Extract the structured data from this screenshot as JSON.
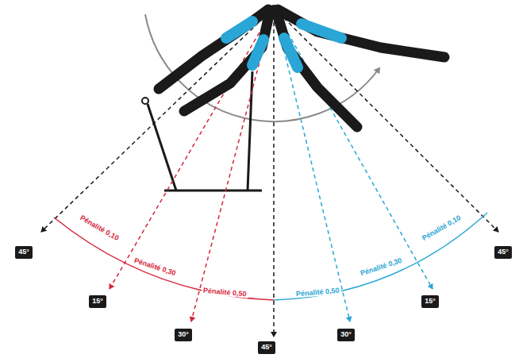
{
  "diagram": {
    "nodes": [
      {
        "text": [
          "45°"
        ]
      },
      {
        "text": [
          "15°"
        ]
      },
      {
        "text": [
          "30°"
        ]
      },
      {
        "text": [
          "45°"
        ]
      },
      {
        "text": [
          "30°"
        ]
      },
      {
        "text": [
          "15°"
        ]
      },
      {
        "text": [
          "45°"
        ]
      }
    ],
    "labels": [
      "Pénalité 0,10",
      "Pénalité 0,30",
      "Pénalité 0,50",
      "Pénalité 0,50",
      "Pénalité 0,30",
      "Pénalité 0,10"
    ]
  }
}
